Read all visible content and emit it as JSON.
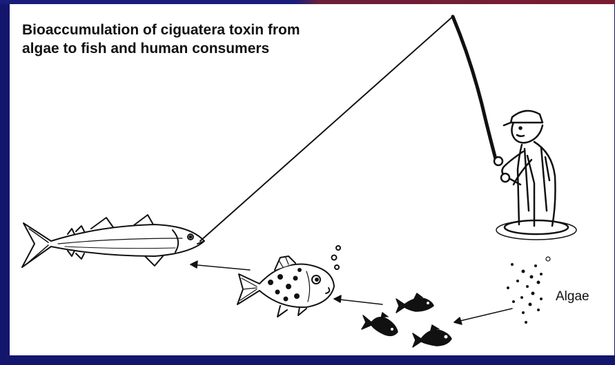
{
  "figure": {
    "caption_line1": "Bioaccumulation of ciguatera toxin from",
    "caption_line2": "algae to fish and human consumers",
    "algae_label": "Algae"
  },
  "colors": {
    "background": "#14166e",
    "panel": "#ffffff",
    "ink": "#111111"
  }
}
